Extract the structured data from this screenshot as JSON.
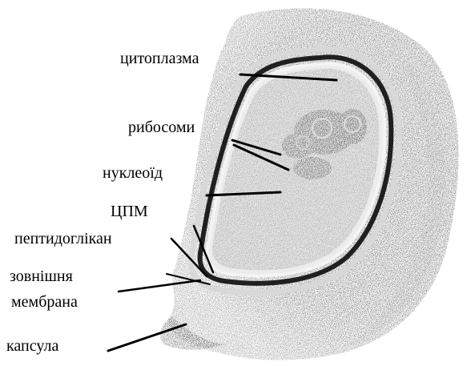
{
  "labels": {
    "cytoplasm": "цитоплазма",
    "ribosomes": "рибосоми",
    "nucleoid": "нуклеоїд",
    "cpm": "ЦПМ",
    "peptidoglycan": "пептидоглікан",
    "outer_membrane_line1": "зовнішня",
    "outer_membrane_line2": "мембрана",
    "capsule": "капсула"
  },
  "colors": {
    "ink": "#000000",
    "background": "#ffffff"
  }
}
